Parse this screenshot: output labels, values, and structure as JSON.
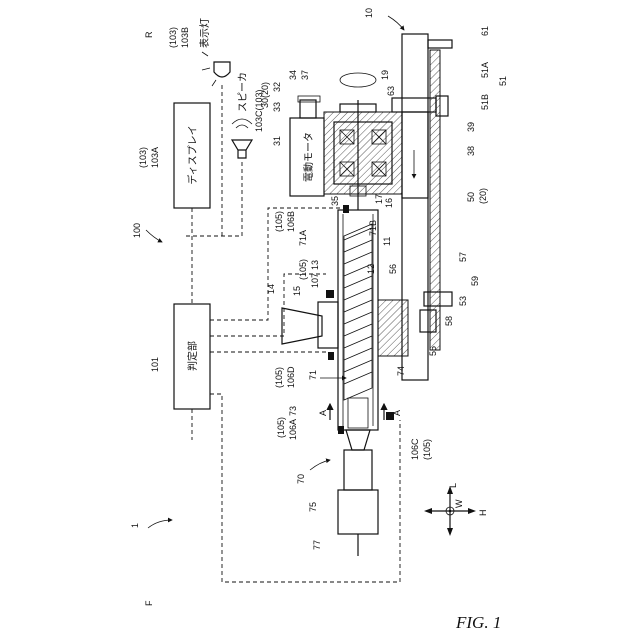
{
  "figure": {
    "caption": "FIG. 1",
    "labels": {
      "l1": "1",
      "l10": "10",
      "l100": "100",
      "l101": "101",
      "l101_text": "判定部",
      "l103a_group": "(103)",
      "l103a": "103A",
      "l103a_text": "ディスプレイ",
      "l103b_group": "(103)",
      "l103b": "103B",
      "l103b_text": "表示灯",
      "l103c_text": "スピーカ",
      "l103c": "103C(103)",
      "l105a": "(105)",
      "l106a": "106A",
      "l105b": "(105)",
      "l106b": "106B",
      "l105d": "(105)",
      "l106d": "106D",
      "l105e": "(105)",
      "l107": "107",
      "l106c": "106C",
      "l105c": "(105)",
      "l11": "11",
      "l12": "12",
      "l13": "13",
      "l14": "14",
      "l15": "15",
      "l16": "16",
      "l17": "17",
      "l19": "19",
      "l30": "30(20)",
      "l31": "31",
      "l31_text": "電動モータ",
      "l32": "32",
      "l33": "33",
      "l34": "34",
      "l35": "35",
      "l37": "37",
      "l38": "38",
      "l39": "39",
      "l50": "50",
      "l50b": "(20)",
      "l51": "51",
      "l51a": "51A",
      "l51b": "51B",
      "l53": "53",
      "l55": "55",
      "l56": "56",
      "l57": "57",
      "l58": "58",
      "l59": "59",
      "l61": "61",
      "l63": "63",
      "l70": "70",
      "l71": "71",
      "l71a": "71A",
      "l71b": "71B",
      "l73": "73",
      "l74": "74",
      "l75": "75",
      "l77": "77",
      "lA1": "A",
      "lA2": "A",
      "lR": "R",
      "lF": "F",
      "lL": "L",
      "lW": "W",
      "lH": "H"
    }
  }
}
